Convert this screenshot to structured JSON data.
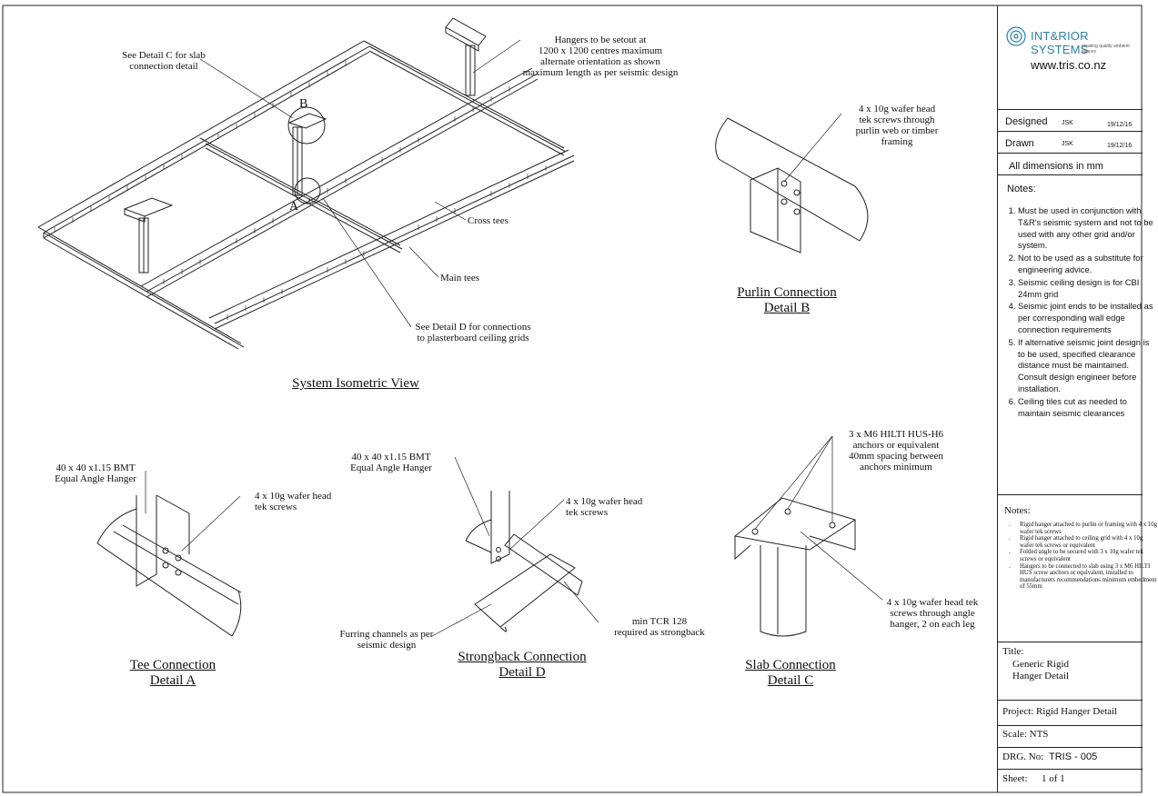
{
  "isometric": {
    "callout_detail_c": "See Detail C for slab\nconnection detail",
    "callout_hangers": "Hangers to be setout at\n1200 x 1200 centres maximum\nalternate orientation as shown\nmaximum length as per seismic design",
    "marker_b": "B",
    "marker_a": "A",
    "callout_cross_tees": "Cross tees",
    "callout_main_tees": "Main tees",
    "callout_detail_d": "See Detail D for connections\nto plasterboard ceiling grids",
    "title": "System Isometric View"
  },
  "purlin": {
    "callout": "4 x 10g wafer head\ntek screws through\npurlin web or timber\nframing",
    "title": "Purlin Connection\nDetail B"
  },
  "tee": {
    "callout_hanger": "40 x 40 x1.15 BMT\nEqual Angle Hanger",
    "callout_screws": "4 x 10g wafer head\ntek screws",
    "title": "Tee Connection\nDetail A"
  },
  "strongback": {
    "callout_hanger": "40 x 40 x1.15 BMT\nEqual Angle Hanger",
    "callout_screws": "4 x 10g wafer head\ntek screws",
    "callout_furring": "Furring channels as per\nseismic design",
    "callout_tcr": "min TCR 128\nrequired as strongback",
    "title": "Strongback Connection\nDetail D"
  },
  "slab": {
    "callout_anchors": "3 x M6 HILTI HUS-H6\nanchors or equivalent\n40mm spacing between\nanchors minimum",
    "callout_screws": "4 x 10g wafer head tek\nscrews through angle\nhanger, 2 on each leg",
    "title": "Slab Connection\nDetail C"
  },
  "title_block": {
    "logo": "INT&RIOR SYSTEMS",
    "tagline": "creating quality ambient spaces",
    "url": "www.tris.co.nz",
    "designed_label": "Designed",
    "designed_by": "JSK",
    "designed_date": "19/12/16",
    "drawn_label": "Drawn",
    "drawn_by": "JSK",
    "drawn_date": "19/12/16",
    "dimensions": "All dimensions in mm",
    "notes_label": "Notes:",
    "notes": [
      "Must be used in conjunction with  T&R's seismic system and not to be used with any other grid and/or system.",
      "Not to be used as a substitute for engineering advice.",
      "Seismic ceiling design is for CBI 24mm grid",
      "Seismic joint ends to be installed as per corresponding wall edge connection requirements",
      "If alternative seismic joint design is to be used, specified clearance distance must be maintained. Consult design engineer before installation.",
      "Ceiling tiles cut as needed to maintain seismic clearances"
    ],
    "notes2_label": "Notes:",
    "notes2": [
      "Rigid hanger attached to purlin or framing with 4 x 10g wafer tek screws",
      "Rigid hanger attached to ceiling grid with 4 x 10g wafer tek screws or equivalent",
      "Folded angle to be secured with 3 x 10g wafer tek screws or equivalent",
      "Hangers to be connected to slab using 3 x M6 HILTI HUS screw anchors or equivalent, installed to manufacturers recommendations minimum embedment of 55mm"
    ],
    "title_label": "Title:",
    "title_value": "Generic Rigid\nHanger Detail",
    "project": "Project: Rigid Hanger Detail",
    "scale": "Scale: NTS",
    "drg_label": "DRG. No:",
    "drg_value": "TRIS - 005",
    "sheet_label": "Sheet:",
    "sheet_value": "1 of 1"
  }
}
